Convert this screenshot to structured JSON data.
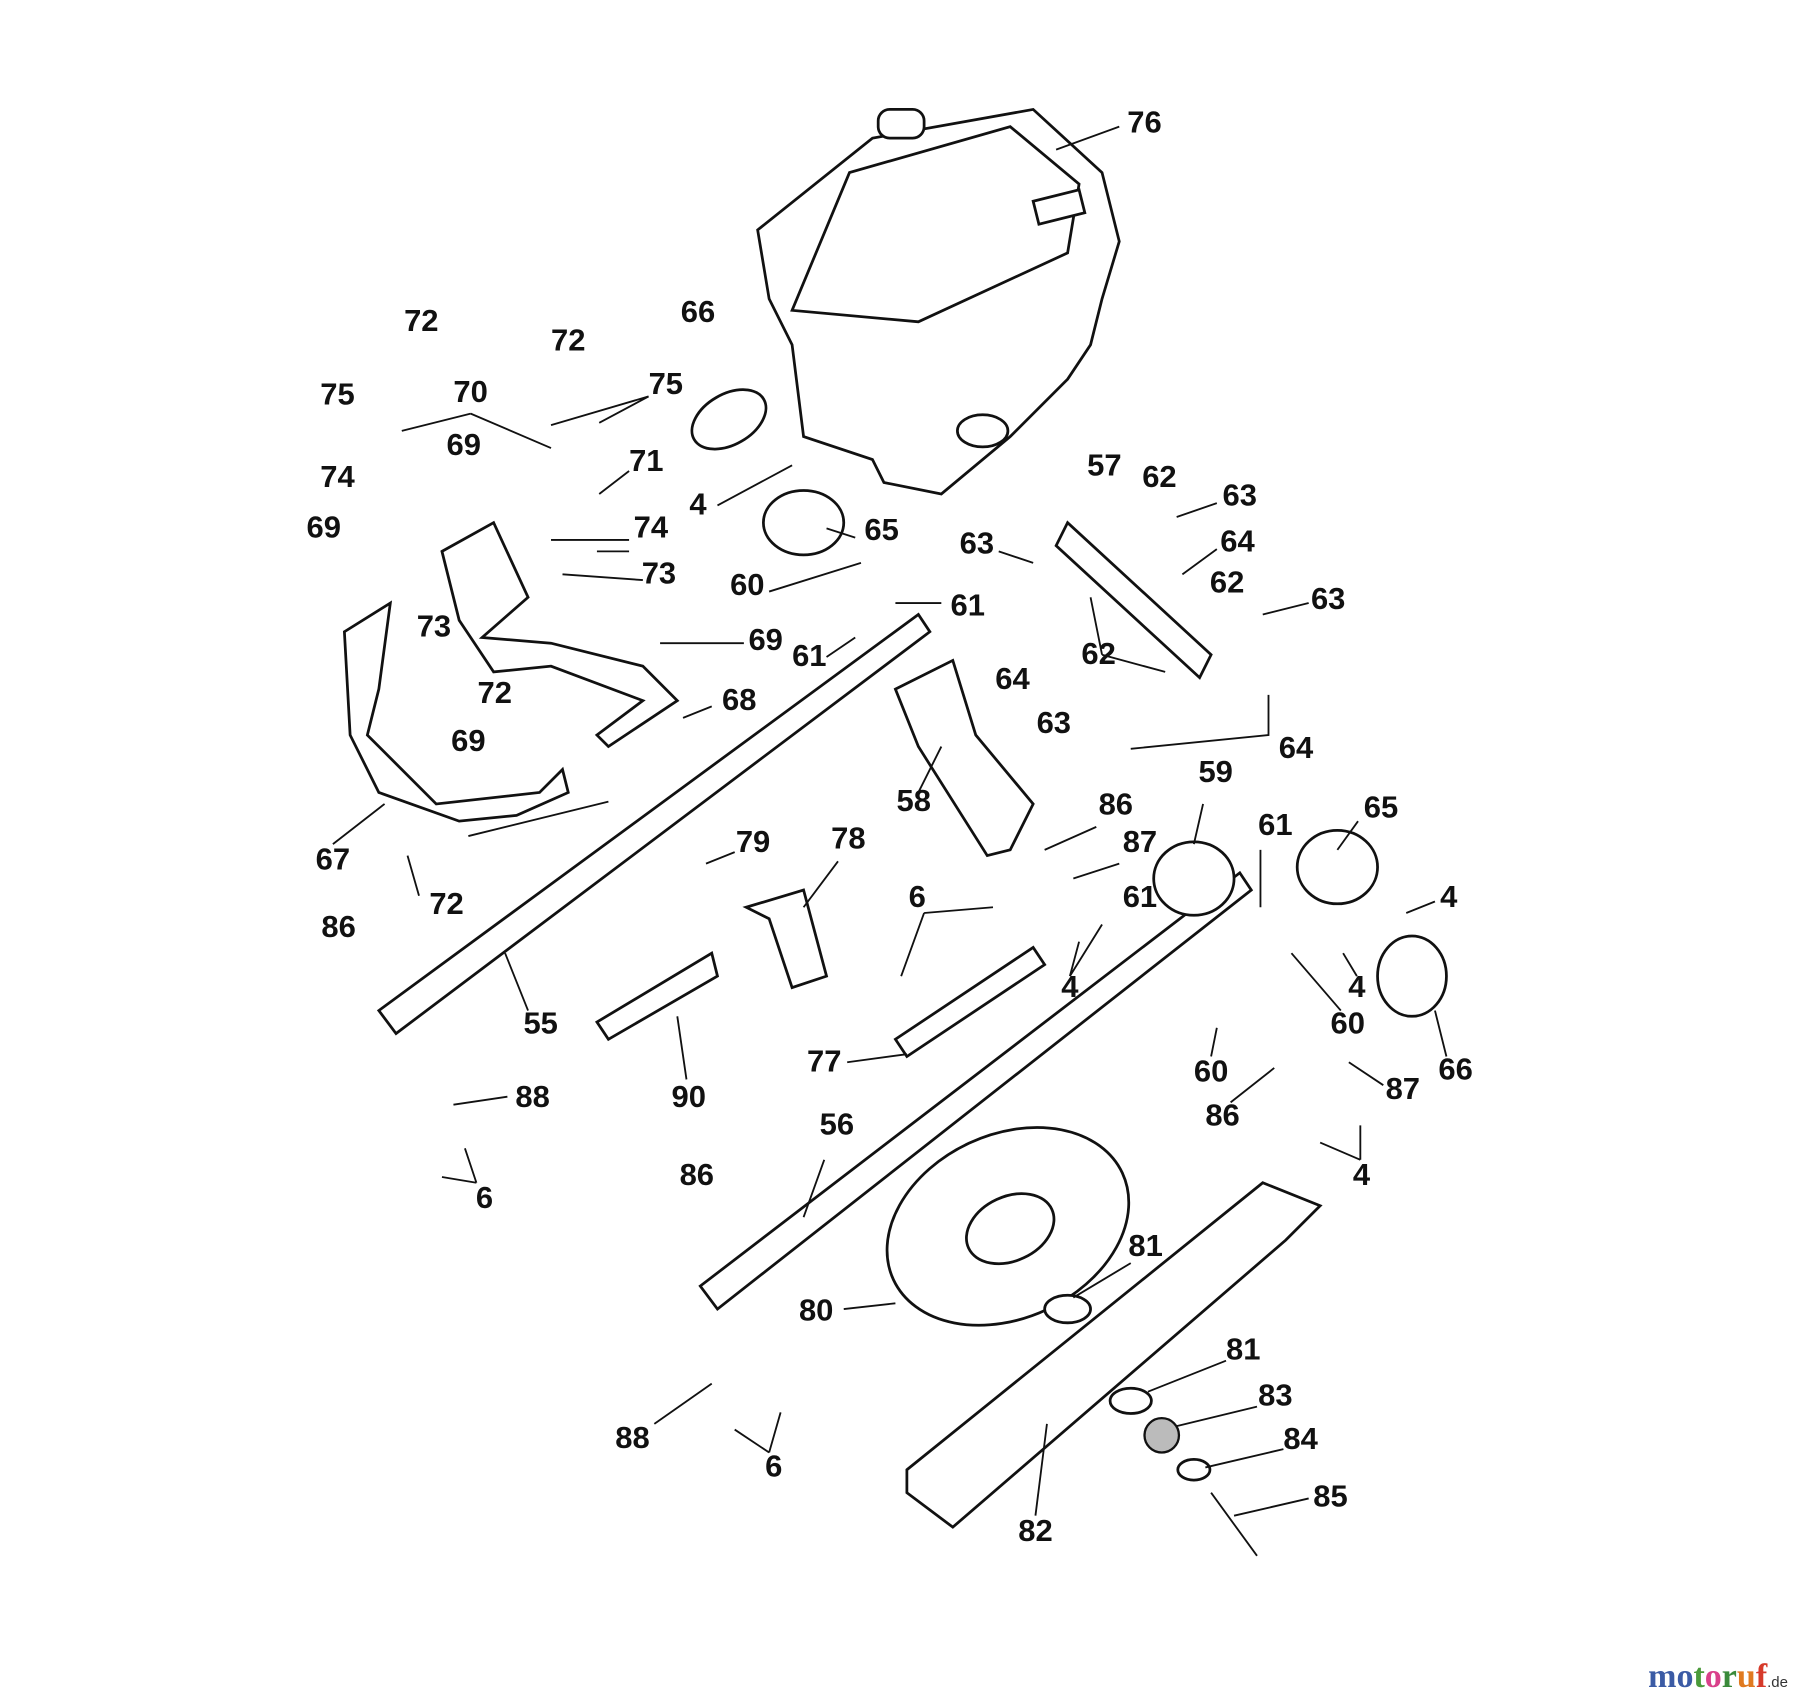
{
  "diagram": {
    "title": "Exploded parts diagram - lawn mower chassis",
    "labels": [
      "76",
      "72",
      "72",
      "75",
      "70",
      "75",
      "69",
      "71",
      "74",
      "74",
      "69",
      "73",
      "73",
      "66",
      "4",
      "65",
      "60",
      "61",
      "61",
      "69",
      "57",
      "62",
      "63",
      "64",
      "63",
      "62",
      "63",
      "62",
      "64",
      "63",
      "64",
      "72",
      "68",
      "69",
      "67",
      "72",
      "58",
      "59",
      "86",
      "87",
      "61",
      "65",
      "4",
      "79",
      "78",
      "6",
      "61",
      "4",
      "4",
      "60",
      "86",
      "55",
      "90",
      "77",
      "60",
      "86",
      "87",
      "66",
      "88",
      "6",
      "56",
      "4",
      "86",
      "81",
      "80",
      "81",
      "83",
      "84",
      "85",
      "88",
      "6",
      "82"
    ]
  },
  "watermark": {
    "text": "motoruf",
    "suffix": ".de",
    "colors": [
      "#3b5ba5",
      "#3b5ba5",
      "#4a9a3a",
      "#d9408a",
      "#3a8a3a",
      "#e07a20",
      "#d63a2a",
      "#e0b020"
    ]
  }
}
